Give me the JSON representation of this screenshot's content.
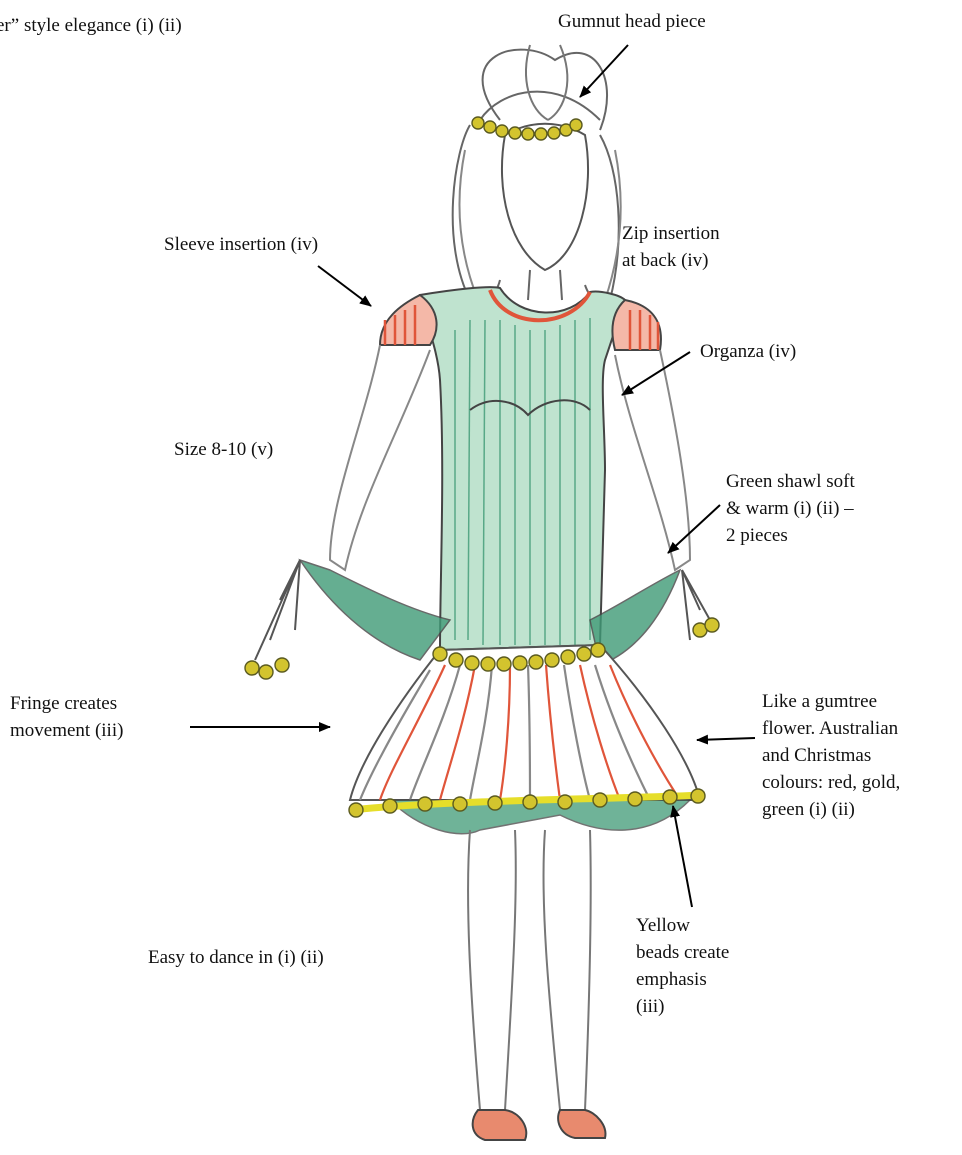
{
  "annotations": {
    "top_left_cut": "er” style elegance (i) (ii)",
    "gumnut": "Gumnut head piece",
    "sleeve": "Sleeve insertion (iv)",
    "zip_line1": "Zip insertion",
    "zip_line2": "at back (iv)",
    "organza": "Organza (iv)",
    "size": "Size 8-10 (v)",
    "shawl_line1": "Green shawl soft",
    "shawl_line2": "& warm (i) (ii) –",
    "shawl_line3": "2 pieces",
    "gumtree_line1": "Like a gumtree",
    "gumtree_line2": "flower. Australian",
    "gumtree_line3": "and Christmas",
    "gumtree_line4": "colours: red, gold,",
    "gumtree_line5": "green (i) (ii)",
    "fringe_line1": "Fringe creates",
    "fringe_line2": "movement (iii)",
    "dance": "Easy to dance in (i) (ii)",
    "beads_line1": "Yellow",
    "beads_line2": "beads create",
    "beads_line3": "emphasis",
    "beads_line4": "(iii)"
  },
  "colors": {
    "pencil": "#555555",
    "green": "#3f9a76",
    "red": "#e0553a",
    "yellow": "#d8d020",
    "bead": "#c9b92a",
    "text": "#111111"
  }
}
